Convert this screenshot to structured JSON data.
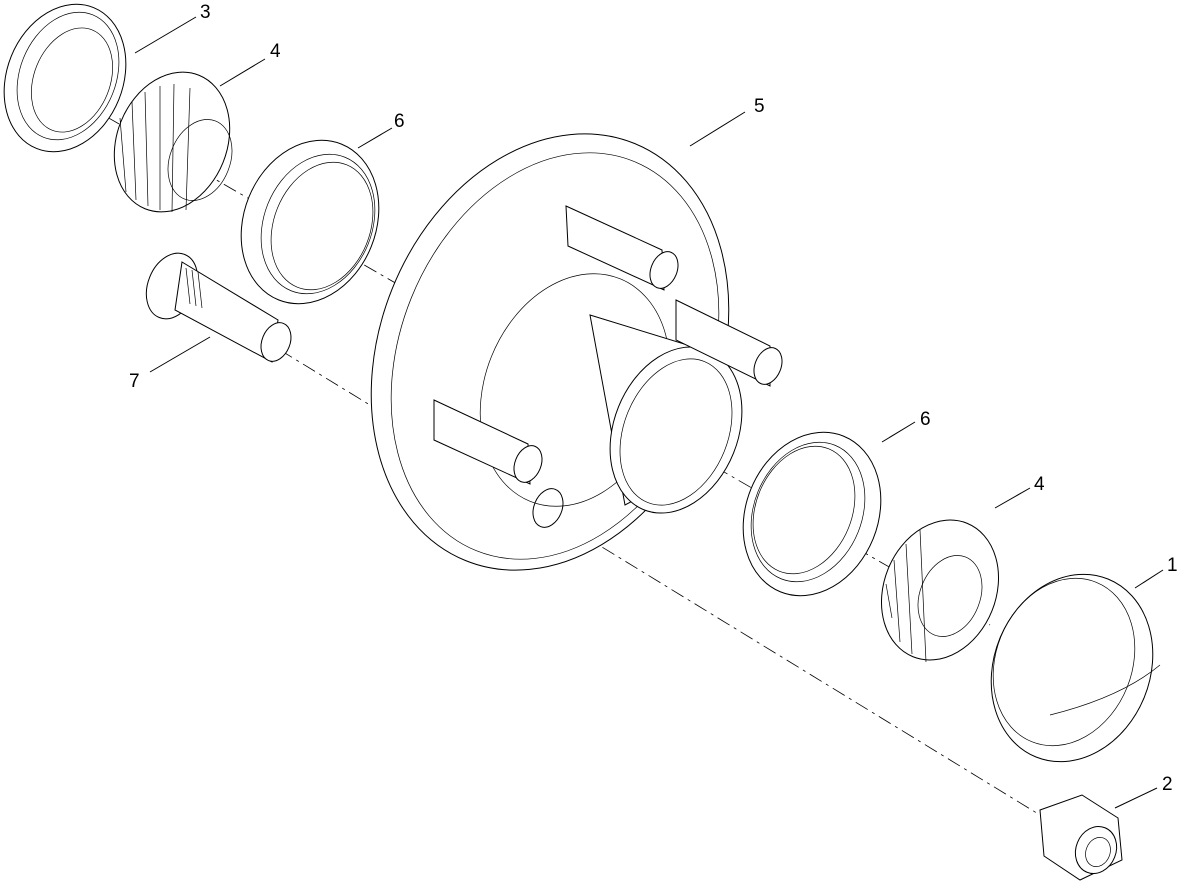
{
  "callouts": {
    "c1": "1",
    "c2": "2",
    "c3": "3",
    "c4_upper": "4",
    "c4_lower": "4",
    "c5": "5",
    "c6_upper": "6",
    "c6_lower": "6",
    "c7": "7"
  }
}
